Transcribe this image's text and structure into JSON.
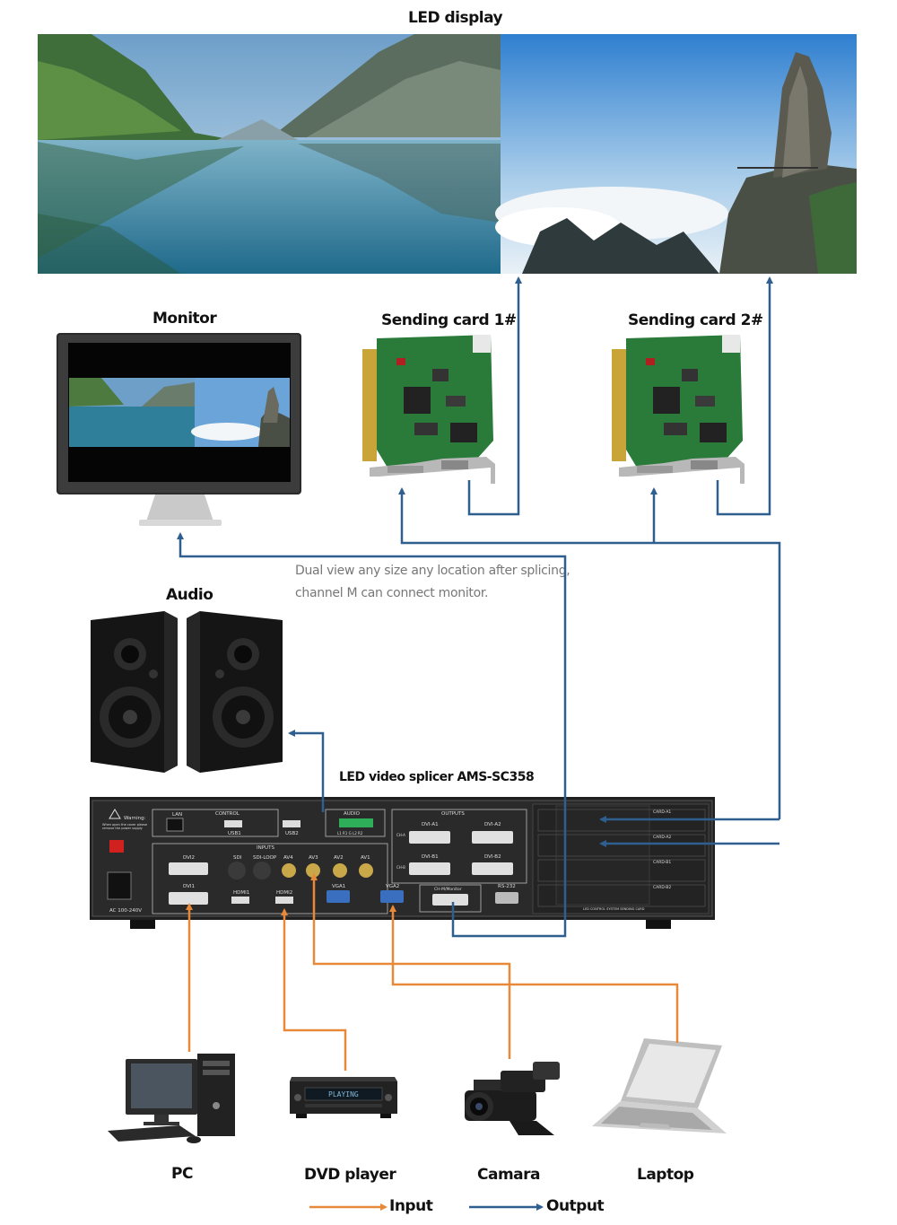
{
  "title": "LED display",
  "labels": {
    "monitor": "Monitor",
    "sending_card_1": "Sending card 1#",
    "sending_card_2": "Sending card 2#",
    "audio": "Audio",
    "splicer": "LED video splicer AMS-SC358",
    "pc": "PC",
    "dvd": "DVD player",
    "camera": "Camara",
    "laptop": "Laptop"
  },
  "note": {
    "line1": "Dual view any size any location after splicing,",
    "line2": "channel M  can connect monitor."
  },
  "legend": {
    "input": "Input",
    "output": "Output",
    "input_color": "#e8893a",
    "output_color": "#2f5f8f"
  },
  "device": {
    "warning_title": "Warning:",
    "warning_text_1": "When open the cover please",
    "warning_text_2": "remove the power supply",
    "power": "AC  100-240V",
    "lan": "LAN",
    "control": "CONTROL",
    "usb1": "USB1",
    "usb2": "USB2",
    "audio": "AUDIO",
    "audio_pins": "L1  R1  G  L2  R2",
    "inputs": "INPUTS",
    "dvi2": "DVI2",
    "dvi1": "DVI1",
    "sdi": "SDI",
    "sdi_loop": "SDI-LOOP",
    "hdmi1": "HDMI1",
    "hdmi2": "HDMI2",
    "av4": "AV4",
    "av3": "AV3",
    "av2": "AV2",
    "av1": "AV1",
    "vga1": "VGA1",
    "vga2": "VGA2",
    "outputs": "OUTPUTS",
    "ch_a": "CH-A",
    "ch_b": "CH-B",
    "dvi_a1": "DVI-A1",
    "dvi_a2": "DVI-A2",
    "dvi_b1": "DVI-B1",
    "dvi_b2": "DVI-B2",
    "ch_m": "CH-M/Monitor",
    "rs232": "RS-232",
    "card_a1": "CARD-A1",
    "card_a2": "CARD-A2",
    "card_b1": "CARD-B1",
    "card_b2": "CARD-B2",
    "card_footer": "LED CONTROL SYSTEM SENDING CARD"
  },
  "dvd_display": "PLAYING"
}
